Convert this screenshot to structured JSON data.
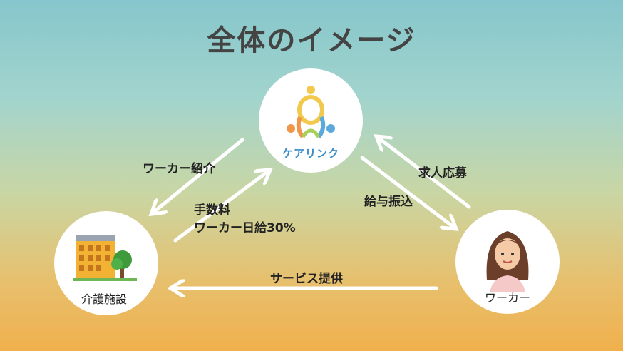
{
  "title": "全体のイメージ",
  "nodes": {
    "center": {
      "label": "ケアリンク"
    },
    "facility": {
      "label": "介護施設"
    },
    "worker": {
      "label": "ワーカー"
    }
  },
  "edges": {
    "introduce": "ワーカー紹介",
    "fee_line1": "手数料",
    "fee_line2": "ワーカー日給30%",
    "salary": "給与振込",
    "apply": "求人応募",
    "service": "サービス提供"
  },
  "colors": {
    "logo_yellow": "#f2c94c",
    "logo_orange": "#f0964a",
    "logo_blue": "#5aa9dc",
    "logo_green": "#a8cf5a"
  }
}
